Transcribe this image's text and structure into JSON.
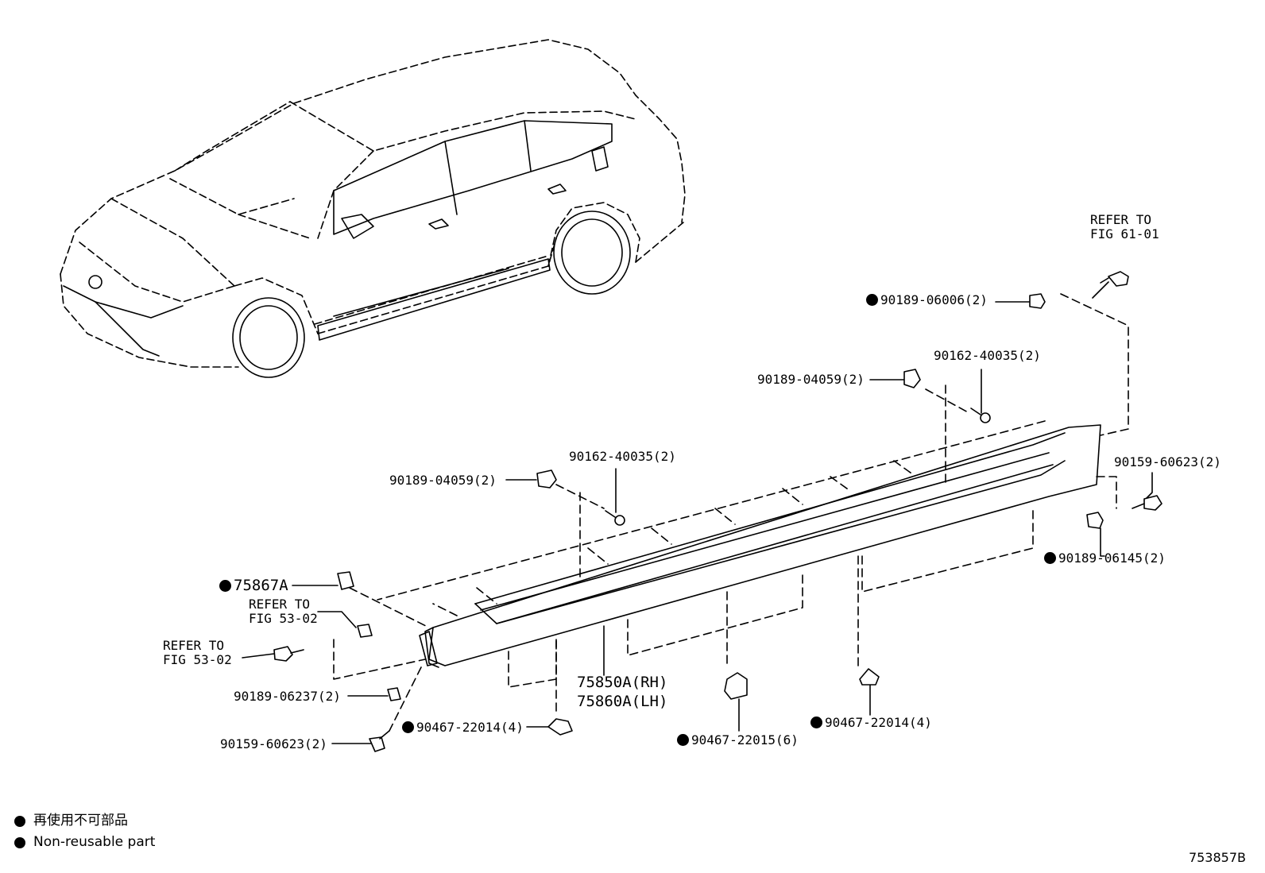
{
  "labels": {
    "p_90189_06006": "90189-06006(2)",
    "p_90162_40035_a": "90162-40035(2)",
    "p_90189_04059_a": "90189-04059(2)",
    "p_90162_40035_b": "90162-40035(2)",
    "p_90189_04059_b": "90189-04059(2)",
    "p_90159_60623_r": "90159-60623(2)",
    "p_90189_06145": "90189-06145(2)",
    "p_75867A": "75867A",
    "p_75850A": "75850A(RH)",
    "p_75860A": "75860A(LH)",
    "p_90189_06237": "90189-06237(2)",
    "p_90159_60623_l": "90159-60623(2)",
    "p_90467_22014_a": "90467-22014(4)",
    "p_90467_22015": "90467-22015(6)",
    "p_90467_22014_b": "90467-22014(4)"
  },
  "refs": {
    "refer_to": "REFER TO",
    "fig_61_01": "FIG 61-01",
    "fig_53_02_a": "FIG 53-02",
    "fig_53_02_b": "FIG 53-02"
  },
  "legend": {
    "zh": "再使用不可部品",
    "en": "Non-reusable part"
  },
  "figure_id": "753857B"
}
